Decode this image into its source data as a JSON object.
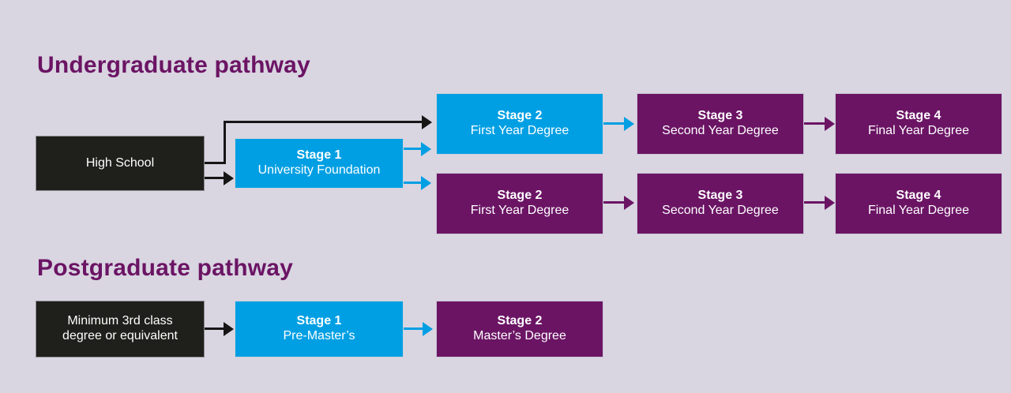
{
  "background_color": "#d9d5e1",
  "palette": {
    "purple": "#6b1464",
    "blue": "#009fe3",
    "black": "#1f1f1b",
    "white": "#ffffff"
  },
  "sections": {
    "undergraduate": {
      "title": "Undergraduate pathway",
      "entry": {
        "label": "High School"
      },
      "foundation": {
        "stage": "Stage 1",
        "name": "University Foundation"
      },
      "rows": [
        {
          "row_name": "with-foundation-or-direct-entry-top",
          "stages": [
            {
              "stage": "Stage 2",
              "name": "First Year Degree",
              "color": "blue"
            },
            {
              "stage": "Stage 3",
              "name": "Second Year Degree",
              "color": "purple"
            },
            {
              "stage": "Stage 4",
              "name": "Final Year Degree",
              "color": "purple"
            }
          ]
        },
        {
          "row_name": "after-foundation-bottom",
          "stages": [
            {
              "stage": "Stage 2",
              "name": "First Year Degree",
              "color": "purple"
            },
            {
              "stage": "Stage 3",
              "name": "Second Year Degree",
              "color": "purple"
            },
            {
              "stage": "Stage 4",
              "name": "Final Year Degree",
              "color": "purple"
            }
          ]
        }
      ]
    },
    "postgraduate": {
      "title": "Postgraduate pathway",
      "entry": {
        "line1": "Minimum 3rd class",
        "line2": "degree or equivalent"
      },
      "stages": [
        {
          "stage": "Stage 1",
          "name": "Pre-Master’s",
          "color": "blue"
        },
        {
          "stage": "Stage 2",
          "name": "Master’s Degree",
          "color": "purple"
        }
      ]
    }
  }
}
